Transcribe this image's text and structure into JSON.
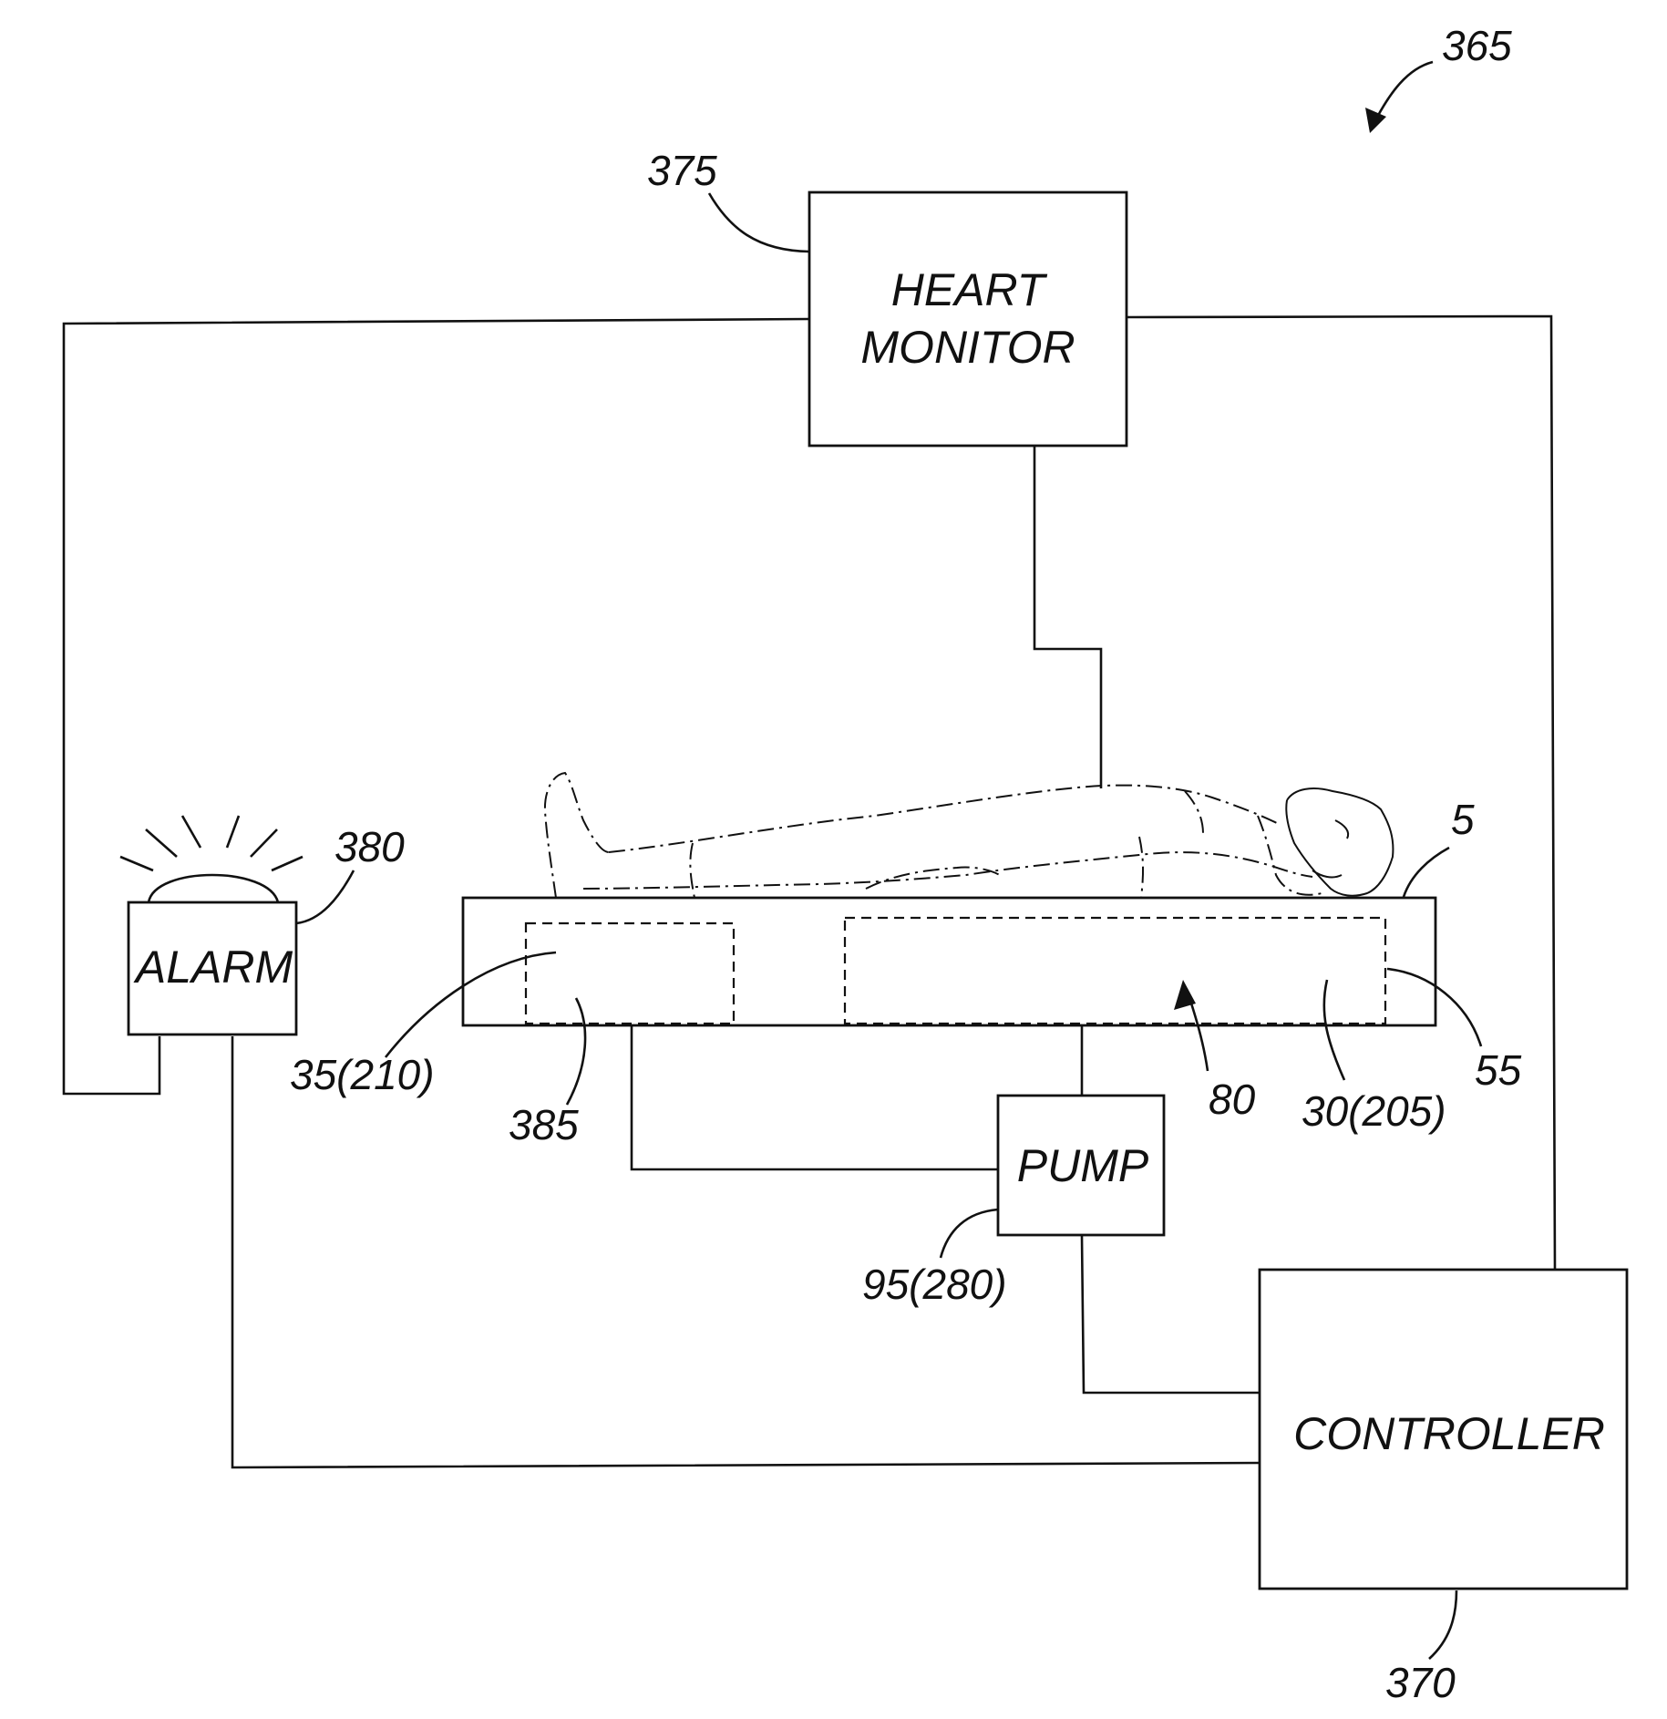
{
  "figure": {
    "ref_number": "365",
    "boxes": {
      "heart_monitor": {
        "line1": "HEART",
        "line2": "MONITOR",
        "ref": "375"
      },
      "alarm": {
        "label": "ALARM",
        "ref": "380"
      },
      "pump": {
        "label": "PUMP",
        "ref": "95(280)"
      },
      "controller": {
        "label": "CONTROLLER",
        "ref": "370"
      }
    },
    "labels": {
      "mattress": "5",
      "bladder_left": "35(210)",
      "bladder_left_inner": "385",
      "bladder_right": "30(205)",
      "bladder_right_edge": "55",
      "arrow_80": "80"
    }
  }
}
